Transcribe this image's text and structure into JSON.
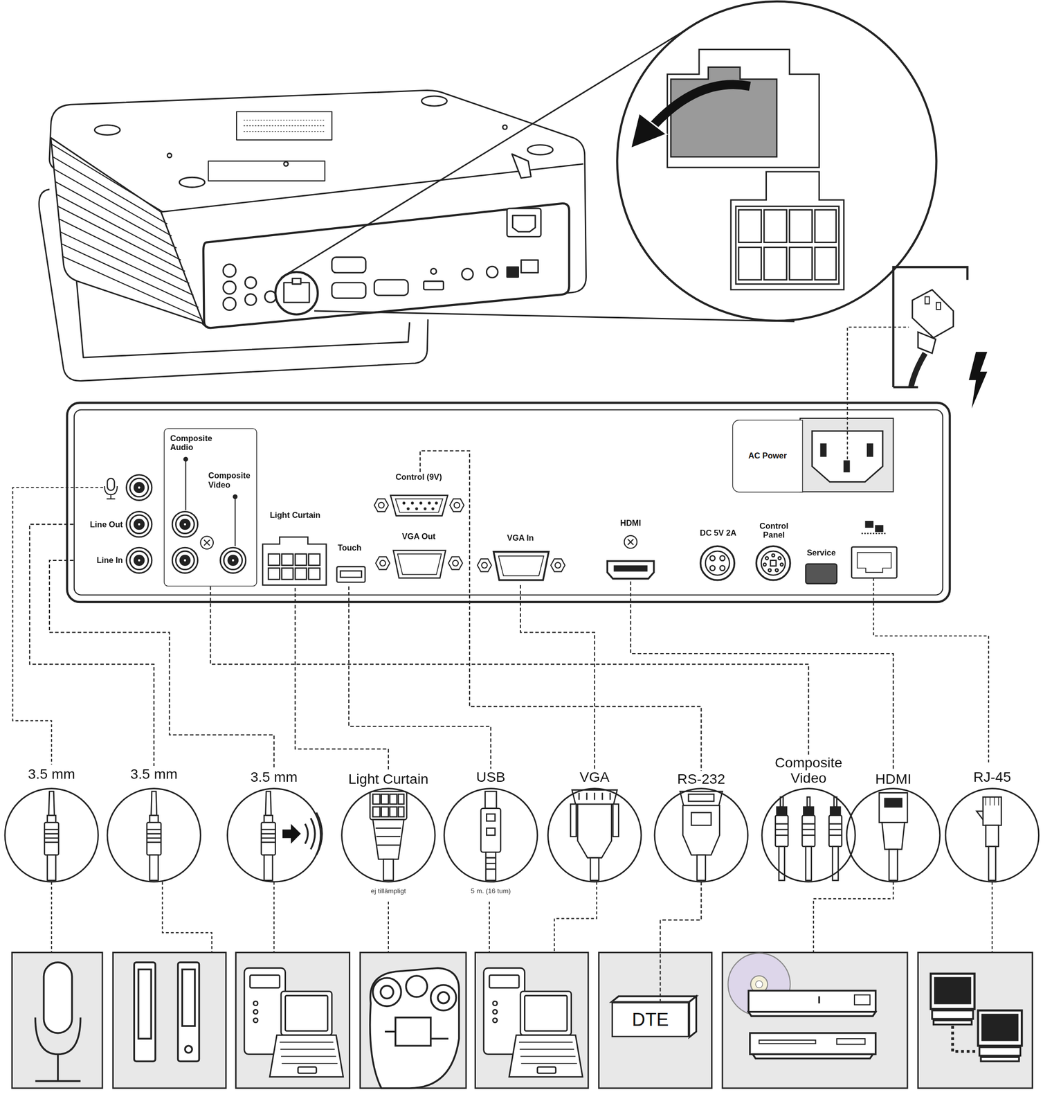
{
  "diagram": {
    "nodes": [
      {
        "text": [
          "Composite Audio",
          "Composite Video"
        ]
      },
      {
        "text": [
          "Line Out"
        ]
      },
      {
        "text": [
          "Line In"
        ]
      },
      {
        "text": [
          "Control (9V)"
        ]
      },
      {
        "text": [
          "VGA Out"
        ]
      },
      {
        "text": [
          "Light Curtain"
        ]
      },
      {
        "text": [
          "Touch"
        ]
      },
      {
        "text": [
          "VGA In"
        ]
      },
      {
        "text": [
          "HDMI"
        ]
      },
      {
        "text": [
          "DC 5V 2A"
        ]
      },
      {
        "text": [
          "Control Panel"
        ]
      },
      {
        "text": [
          "Service"
        ]
      },
      {
        "text": [
          "AC Power"
        ]
      },
      {
        "text": [
          "3.5 mm"
        ]
      },
      {
        "text": [
          "3.5 mm"
        ]
      },
      {
        "text": [
          "3.5 mm"
        ]
      },
      {
        "text": [
          "Light Curtain",
          "ej tillämpligt"
        ]
      },
      {
        "text": [
          "USB",
          "5 m. (16 tum)"
        ]
      },
      {
        "text": [
          "VGA"
        ]
      },
      {
        "text": [
          "RS-232"
        ]
      },
      {
        "text": [
          "Composite Video"
        ]
      },
      {
        "text": [
          "HDMI"
        ]
      },
      {
        "text": [
          "RJ-45"
        ]
      },
      {
        "text": [
          "DTE"
        ]
      }
    ],
    "edges": [
      {
        "from": 1,
        "to": 14,
        "arrow": "none"
      },
      {
        "from": 2,
        "to": 15,
        "arrow": "none"
      },
      {
        "from": 0,
        "to": 20,
        "arrow": "none"
      },
      {
        "from": 5,
        "to": 16,
        "arrow": "none"
      },
      {
        "from": 6,
        "to": 17,
        "arrow": "none"
      },
      {
        "from": 3,
        "to": 19,
        "arrow": "none"
      },
      {
        "from": 7,
        "to": 18,
        "arrow": "none"
      },
      {
        "from": 8,
        "to": 21,
        "arrow": "none"
      },
      {
        "from": 19,
        "to": 23,
        "arrow": "none"
      }
    ]
  }
}
